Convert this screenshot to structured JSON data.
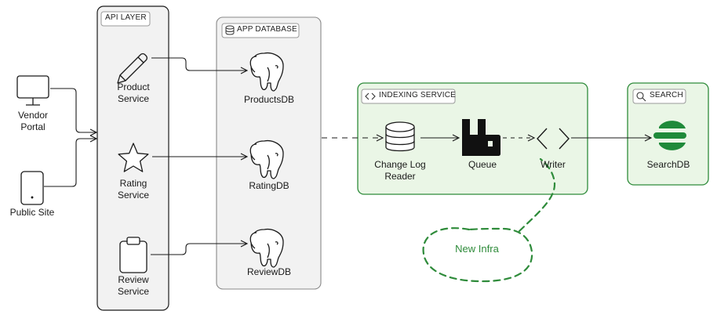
{
  "clients": {
    "vendor_portal": {
      "label_line1": "Vendor",
      "label_line2": "Portal"
    },
    "public_site": {
      "label": "Public Site"
    }
  },
  "api_layer": {
    "title": "API LAYER",
    "product_service": {
      "line1": "Product",
      "line2": "Service",
      "icon": "pencil-icon"
    },
    "rating_service": {
      "line1": "Rating",
      "line2": "Service",
      "icon": "star-icon"
    },
    "review_service": {
      "line1": "Review",
      "line2": "Service",
      "icon": "clipboard-icon"
    }
  },
  "app_database": {
    "title": "APP DATABASE",
    "icon": "database-icon",
    "products_db": {
      "label": "ProductsDB",
      "icon": "postgres-elephant-icon"
    },
    "rating_db": {
      "label": "RatingDB",
      "icon": "postgres-elephant-icon"
    },
    "review_db": {
      "label": "ReviewDB",
      "icon": "postgres-elephant-icon"
    }
  },
  "indexing_service": {
    "title": "INDEXING SERVICE",
    "icon": "code-brackets-icon",
    "change_log_reader": {
      "line1": "Change Log",
      "line2": "Reader",
      "icon": "database-cylinder-icon"
    },
    "queue": {
      "label": "Queue",
      "icon": "queue-factory-icon"
    },
    "writer": {
      "label": "Writer",
      "icon": "code-chevrons-icon"
    }
  },
  "search": {
    "title": "SEARCH",
    "icon": "search-icon",
    "search_db": {
      "label": "SearchDB",
      "icon": "elasticsearch-icon"
    }
  },
  "annotation": {
    "label": "New Infra"
  },
  "colors": {
    "green": "#2e8b3a",
    "green_fill": "#eaf6e6",
    "group_fill": "#f2f2f2",
    "stroke": "#1a1a1a"
  }
}
